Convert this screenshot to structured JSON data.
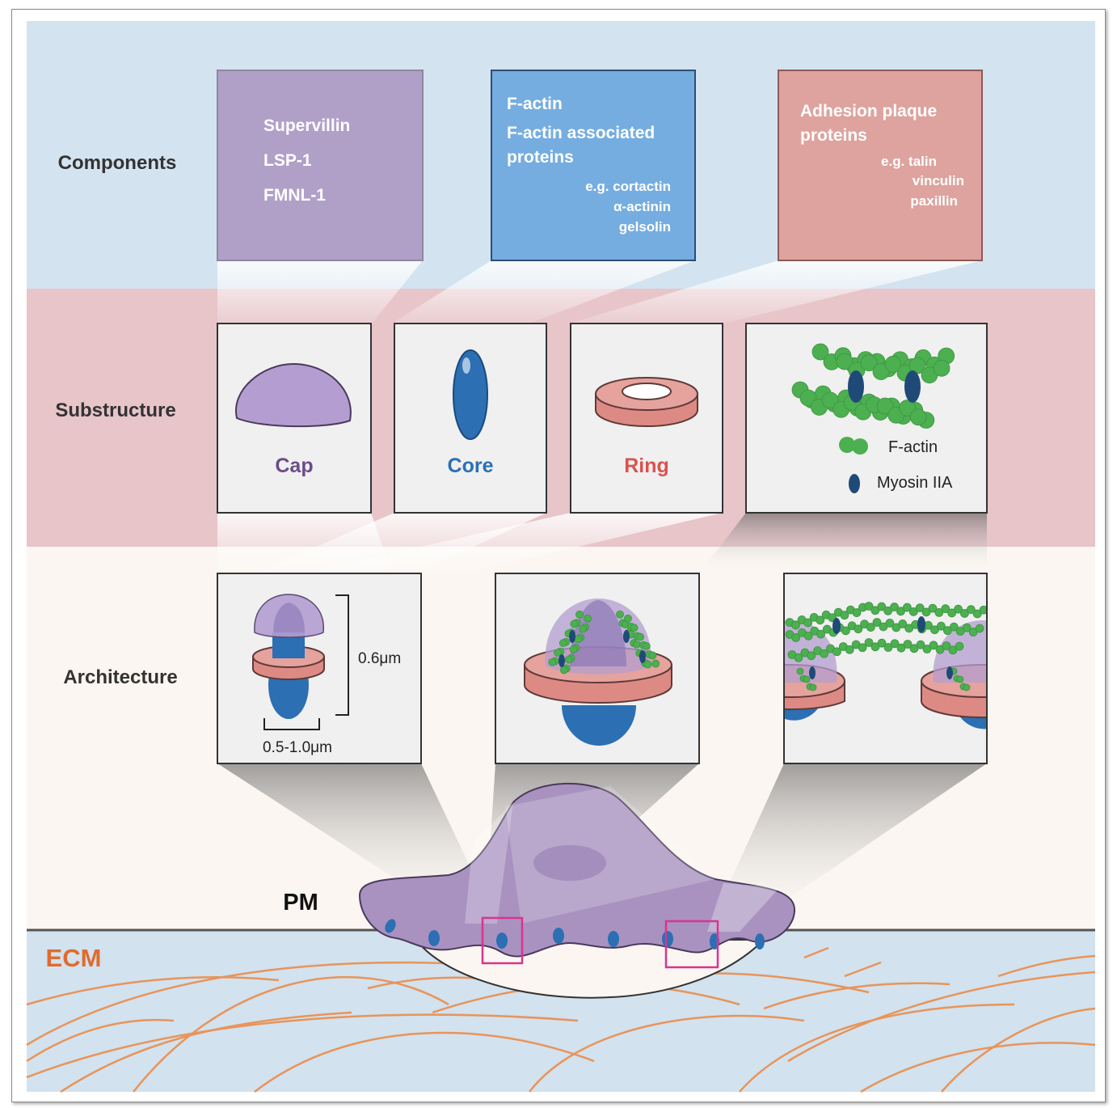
{
  "rows": {
    "components": "Components",
    "substructure": "Substructure",
    "architecture": "Architecture"
  },
  "components": {
    "box1": [
      "Supervillin",
      "LSP-1",
      "FMNL-1"
    ],
    "box2": {
      "lines": [
        "F-actin",
        "F-actin associated",
        "proteins"
      ],
      "eg": [
        "e.g. cortactin",
        "α-actinin",
        "gelsolin"
      ]
    },
    "box3": {
      "lines": [
        "Adhesion plaque",
        "proteins"
      ],
      "eg": [
        "e.g. talin",
        "vinculin",
        "paxillin"
      ]
    }
  },
  "substructure": {
    "cap": "Cap",
    "core": "Core",
    "ring": "Ring",
    "legend_factin": "F-actin",
    "legend_myosin": "Myosin IIA"
  },
  "architecture": {
    "height": "0.6μm",
    "width": "0.5-1.0μm"
  },
  "cell": {
    "pm": "PM",
    "ecm": "ECM"
  },
  "colors": {
    "purple": "#a992c0",
    "blue": "#2c6fb3",
    "ring": "#e3908a",
    "green": "#4caf50",
    "myosin": "#1f4a78",
    "ecm_fiber": "#e8945a",
    "ecm_label": "#e06b2e"
  }
}
